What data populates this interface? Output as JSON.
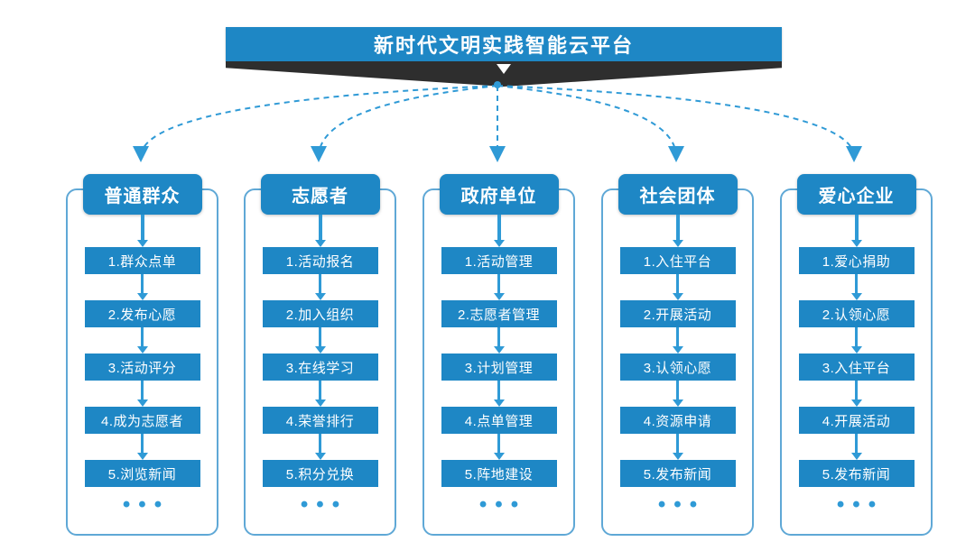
{
  "title": "新时代文明实践智能云平台",
  "colors": {
    "primary_blue": "#1e87c5",
    "dashed_arrow_blue": "#2f9ad6",
    "column_border_blue": "#5fa8d6",
    "ribbon_black": "#2e2e2e"
  },
  "columns": [
    {
      "header": "普通群众",
      "items": [
        "1.群众点单",
        "2.发布心愿",
        "3.活动评分",
        "4.成为志愿者",
        "5.浏览新闻"
      ],
      "more": "•••"
    },
    {
      "header": "志愿者",
      "items": [
        "1.活动报名",
        "2.加入组织",
        "3.在线学习",
        "4.荣誉排行",
        "5.积分兑换"
      ],
      "more": "•••"
    },
    {
      "header": "政府单位",
      "items": [
        "1.活动管理",
        "2.志愿者管理",
        "3.计划管理",
        "4.点单管理",
        "5.阵地建设"
      ],
      "more": "•••"
    },
    {
      "header": "社会团体",
      "items": [
        "1.入住平台",
        "2.开展活动",
        "3.认领心愿",
        "4.资源申请",
        "5.发布新闻"
      ],
      "more": "•••"
    },
    {
      "header": "爱心企业",
      "items": [
        "1.爱心捐助",
        "2.认领心愿",
        "3.入住平台",
        "4.开展活动",
        "5.发布新闻"
      ],
      "more": "•••"
    }
  ]
}
